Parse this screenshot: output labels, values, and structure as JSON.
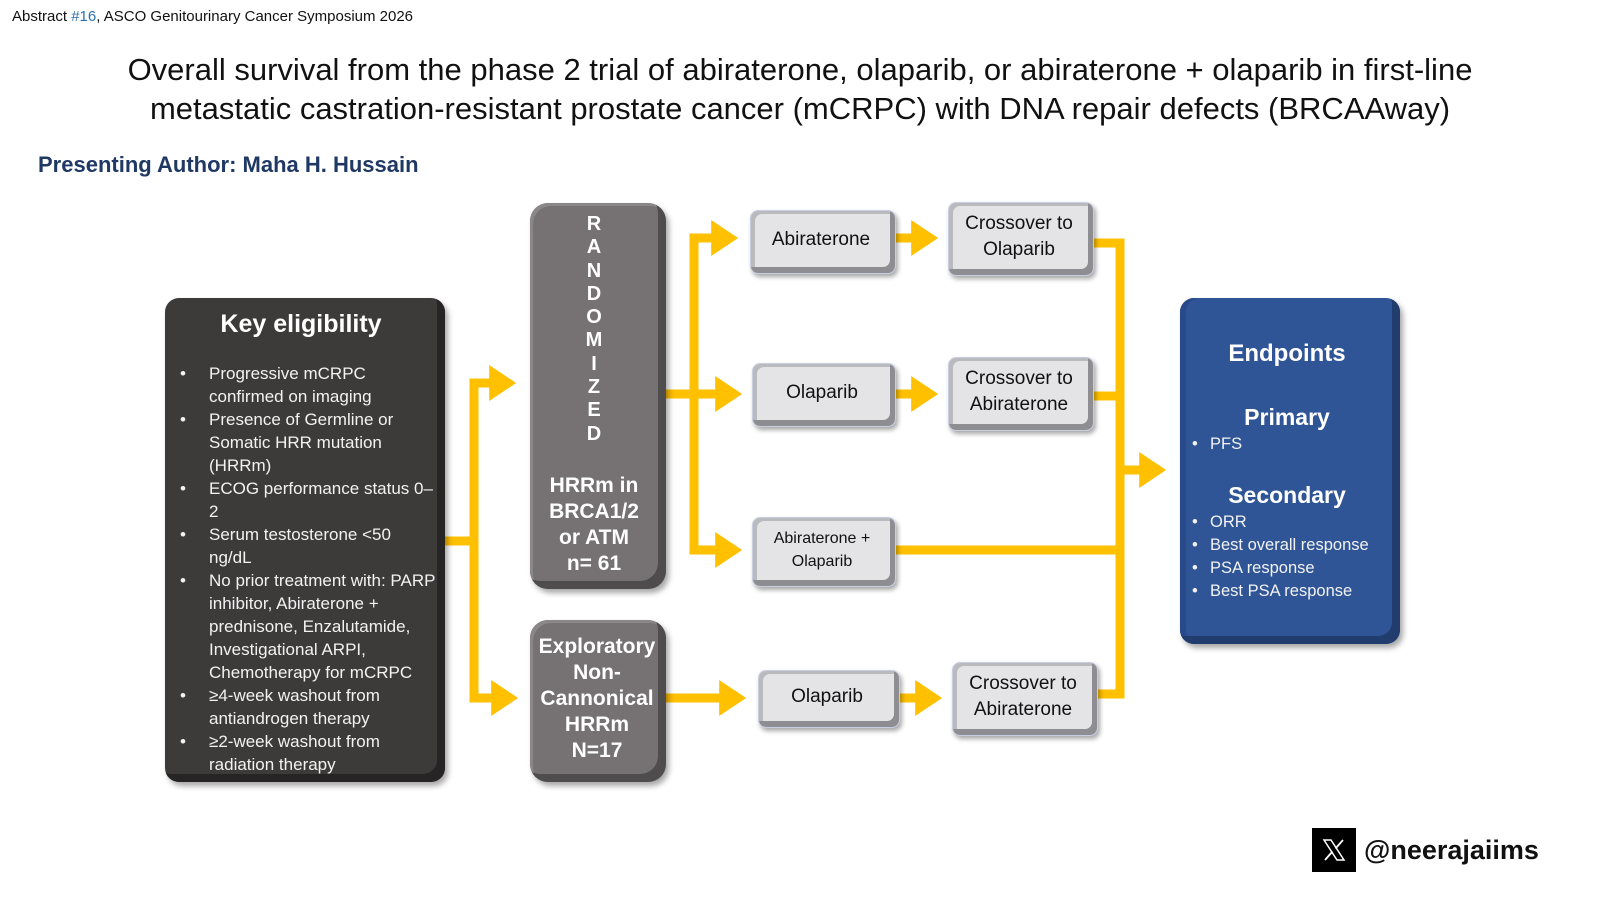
{
  "header": {
    "abstract_prefix": "Abstract ",
    "abstract_number": "#16",
    "abstract_suffix": ", ASCO Genitourinary Cancer Symposium 2026",
    "title_line1": "Overall survival from the phase 2 trial of abiraterone, olaparib, or abiraterone + olaparib in first-line",
    "title_line2": "metastatic castration-resistant prostate cancer (mCRPC) with DNA repair defects (BRCAAway)",
    "presenting_author": "Presenting Author: Maha H. Hussain"
  },
  "eligibility": {
    "title": "Key eligibility",
    "items": [
      "Progressive mCRPC confirmed on imaging",
      "Presence of Germline or Somatic HRR mutation (HRRm)",
      "ECOG performance status 0–2",
      "Serum testosterone <50 ng/dL",
      "No prior treatment with: PARP inhibitor, Abiraterone + prednisone, Enzalutamide, Investigational ARPI, Chemotherapy for mCRPC",
      "≥4-week washout from antiandrogen therapy",
      "≥2-week washout from radiation therapy"
    ]
  },
  "randomized": {
    "letters": [
      "R",
      "A",
      "N",
      "D",
      "O",
      "M",
      "I",
      "Z",
      "E",
      "D"
    ],
    "population_lines": [
      "HRRm in",
      "BRCA1/2",
      "or ATM",
      "n= 61"
    ]
  },
  "exploratory": {
    "lines": [
      "Exploratory",
      "Non-",
      "Cannonical",
      "HRRm",
      "N=17"
    ]
  },
  "arms": [
    {
      "treatment": "Abiraterone",
      "crossover": "Crossover to Olaparib"
    },
    {
      "treatment": "Olaparib",
      "crossover": "Crossover to Abiraterone"
    },
    {
      "treatment": "Abiraterone + Olaparib",
      "crossover": null
    },
    {
      "treatment": "Olaparib",
      "crossover": "Crossover to Abiraterone"
    }
  ],
  "endpoints": {
    "title": "Endpoints",
    "primary_heading": "Primary",
    "primary": [
      "PFS"
    ],
    "secondary_heading": "Secondary",
    "secondary": [
      "ORR",
      "Best overall response",
      "PSA response",
      "Best PSA response"
    ]
  },
  "social": {
    "platform_icon": "x-logo-icon",
    "handle": "@neerajaiims"
  },
  "colors": {
    "arrow": "#ffc000",
    "eligibility_box": "#3d3a3a",
    "randomized_box": "#767273",
    "arm_box": "#e4e4e6",
    "endpoints_box": "#2f5597",
    "author_text": "#1f3864",
    "abstract_number": "#2e6fb0"
  }
}
